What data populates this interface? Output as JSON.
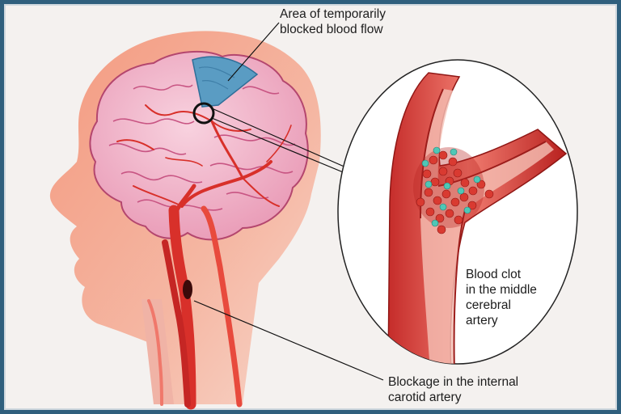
{
  "labels": {
    "blocked_area": "Area of temporarily\nblocked blood flow",
    "blood_clot": "Blood clot\nin the middle\ncerebral\nartery",
    "blockage": "Blockage in the internal\ncarotid artery"
  },
  "colors": {
    "frame_border": "#2f5f7d",
    "head_silhouette": "#f2a992",
    "brain": "#f3b8cc",
    "artery": "#d8302a",
    "blocked_area": "#5b9ec4"
  }
}
